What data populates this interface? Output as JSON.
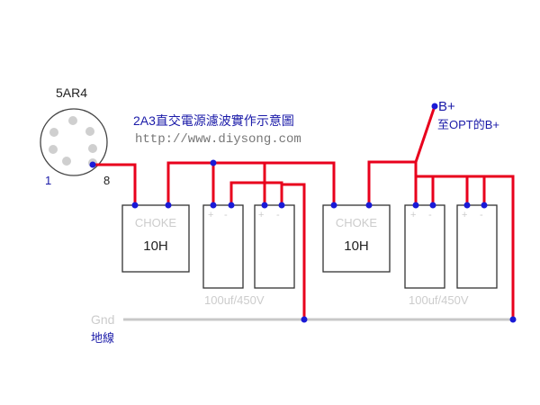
{
  "tube": {
    "name": "5AR4",
    "pin_first": "1",
    "pin_last": "8"
  },
  "title": "2A3直交電源濾波實作示意圖",
  "url": "http://www.diysong.com",
  "bplus": {
    "label": "B+",
    "note": "至OPT的B+"
  },
  "choke1": {
    "label": "CHOKE",
    "value": "10H"
  },
  "choke2": {
    "label": "CHOKE",
    "value": "10H"
  },
  "caps1": {
    "rating": "100uf/450V",
    "plus": "+",
    "minus": "-"
  },
  "caps2": {
    "rating": "100uf/450V",
    "plus": "+",
    "minus": "-"
  },
  "ground": {
    "label": "Gnd",
    "note": "地線"
  },
  "colors": {
    "wire": "#e8001c",
    "node": "#1a1ad6",
    "ground": "#c8c8c8",
    "faint": "#cccccc",
    "text_blue": "#1a1aa8"
  }
}
